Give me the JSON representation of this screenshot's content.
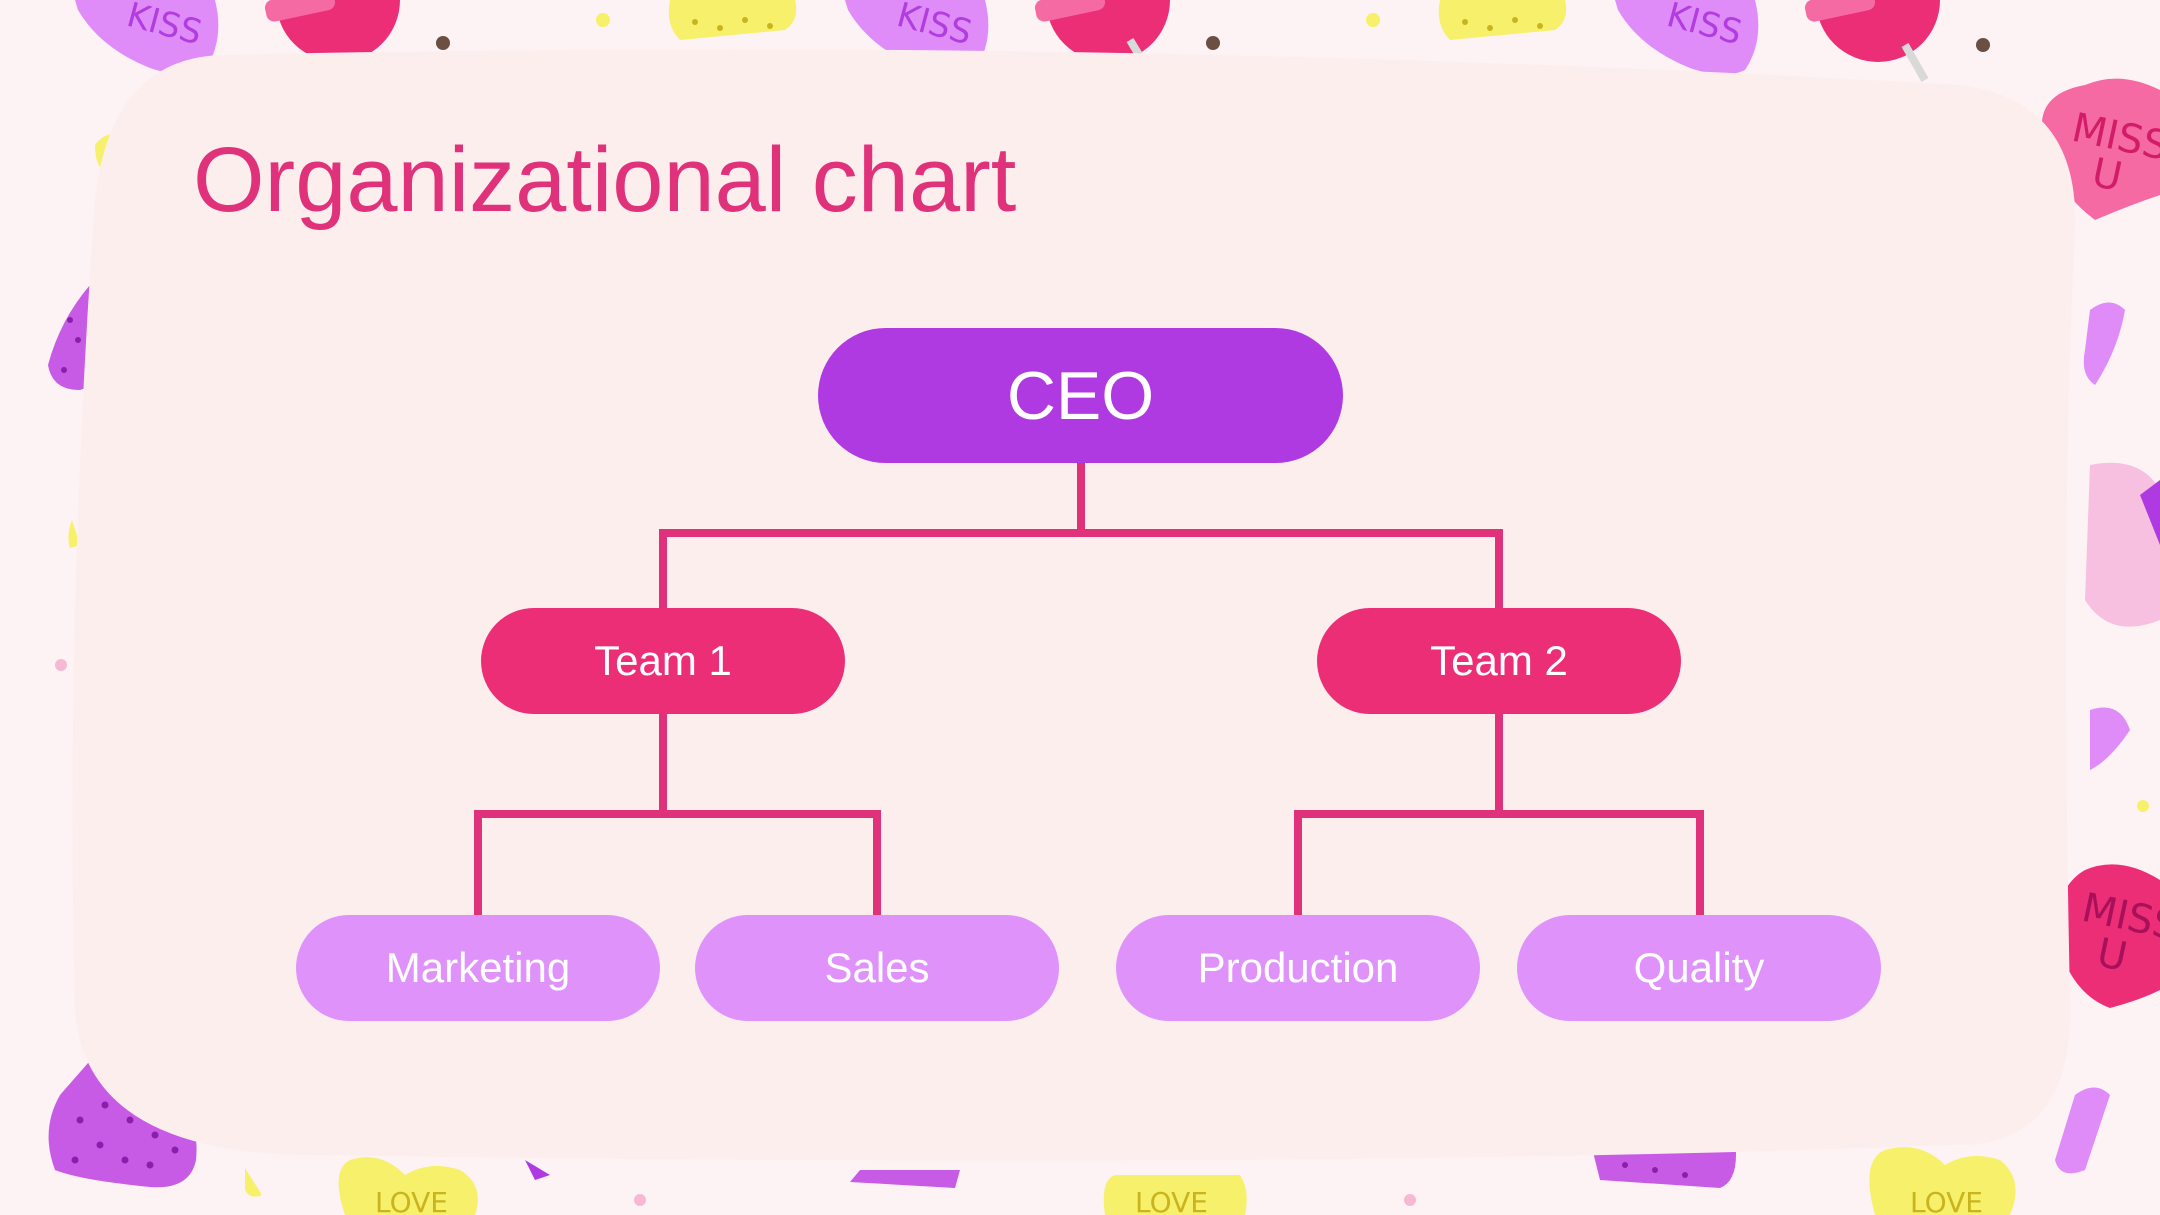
{
  "slide": {
    "title": "Organizational chart"
  },
  "org": {
    "ceo": "CEO",
    "teams": [
      "Team 1",
      "Team 2"
    ],
    "departments": [
      "Marketing",
      "Sales",
      "Production",
      "Quality"
    ]
  },
  "decorations": {
    "candy_words": [
      "KISS",
      "MISS U",
      "LOVE"
    ]
  },
  "colors": {
    "background": "#fdf3f4",
    "card": "#fdeeee",
    "title": "#e0327a",
    "ceo": "#b03ae2",
    "team": "#ec2e77",
    "department": "#e092fb",
    "connector": "#e0327a"
  }
}
